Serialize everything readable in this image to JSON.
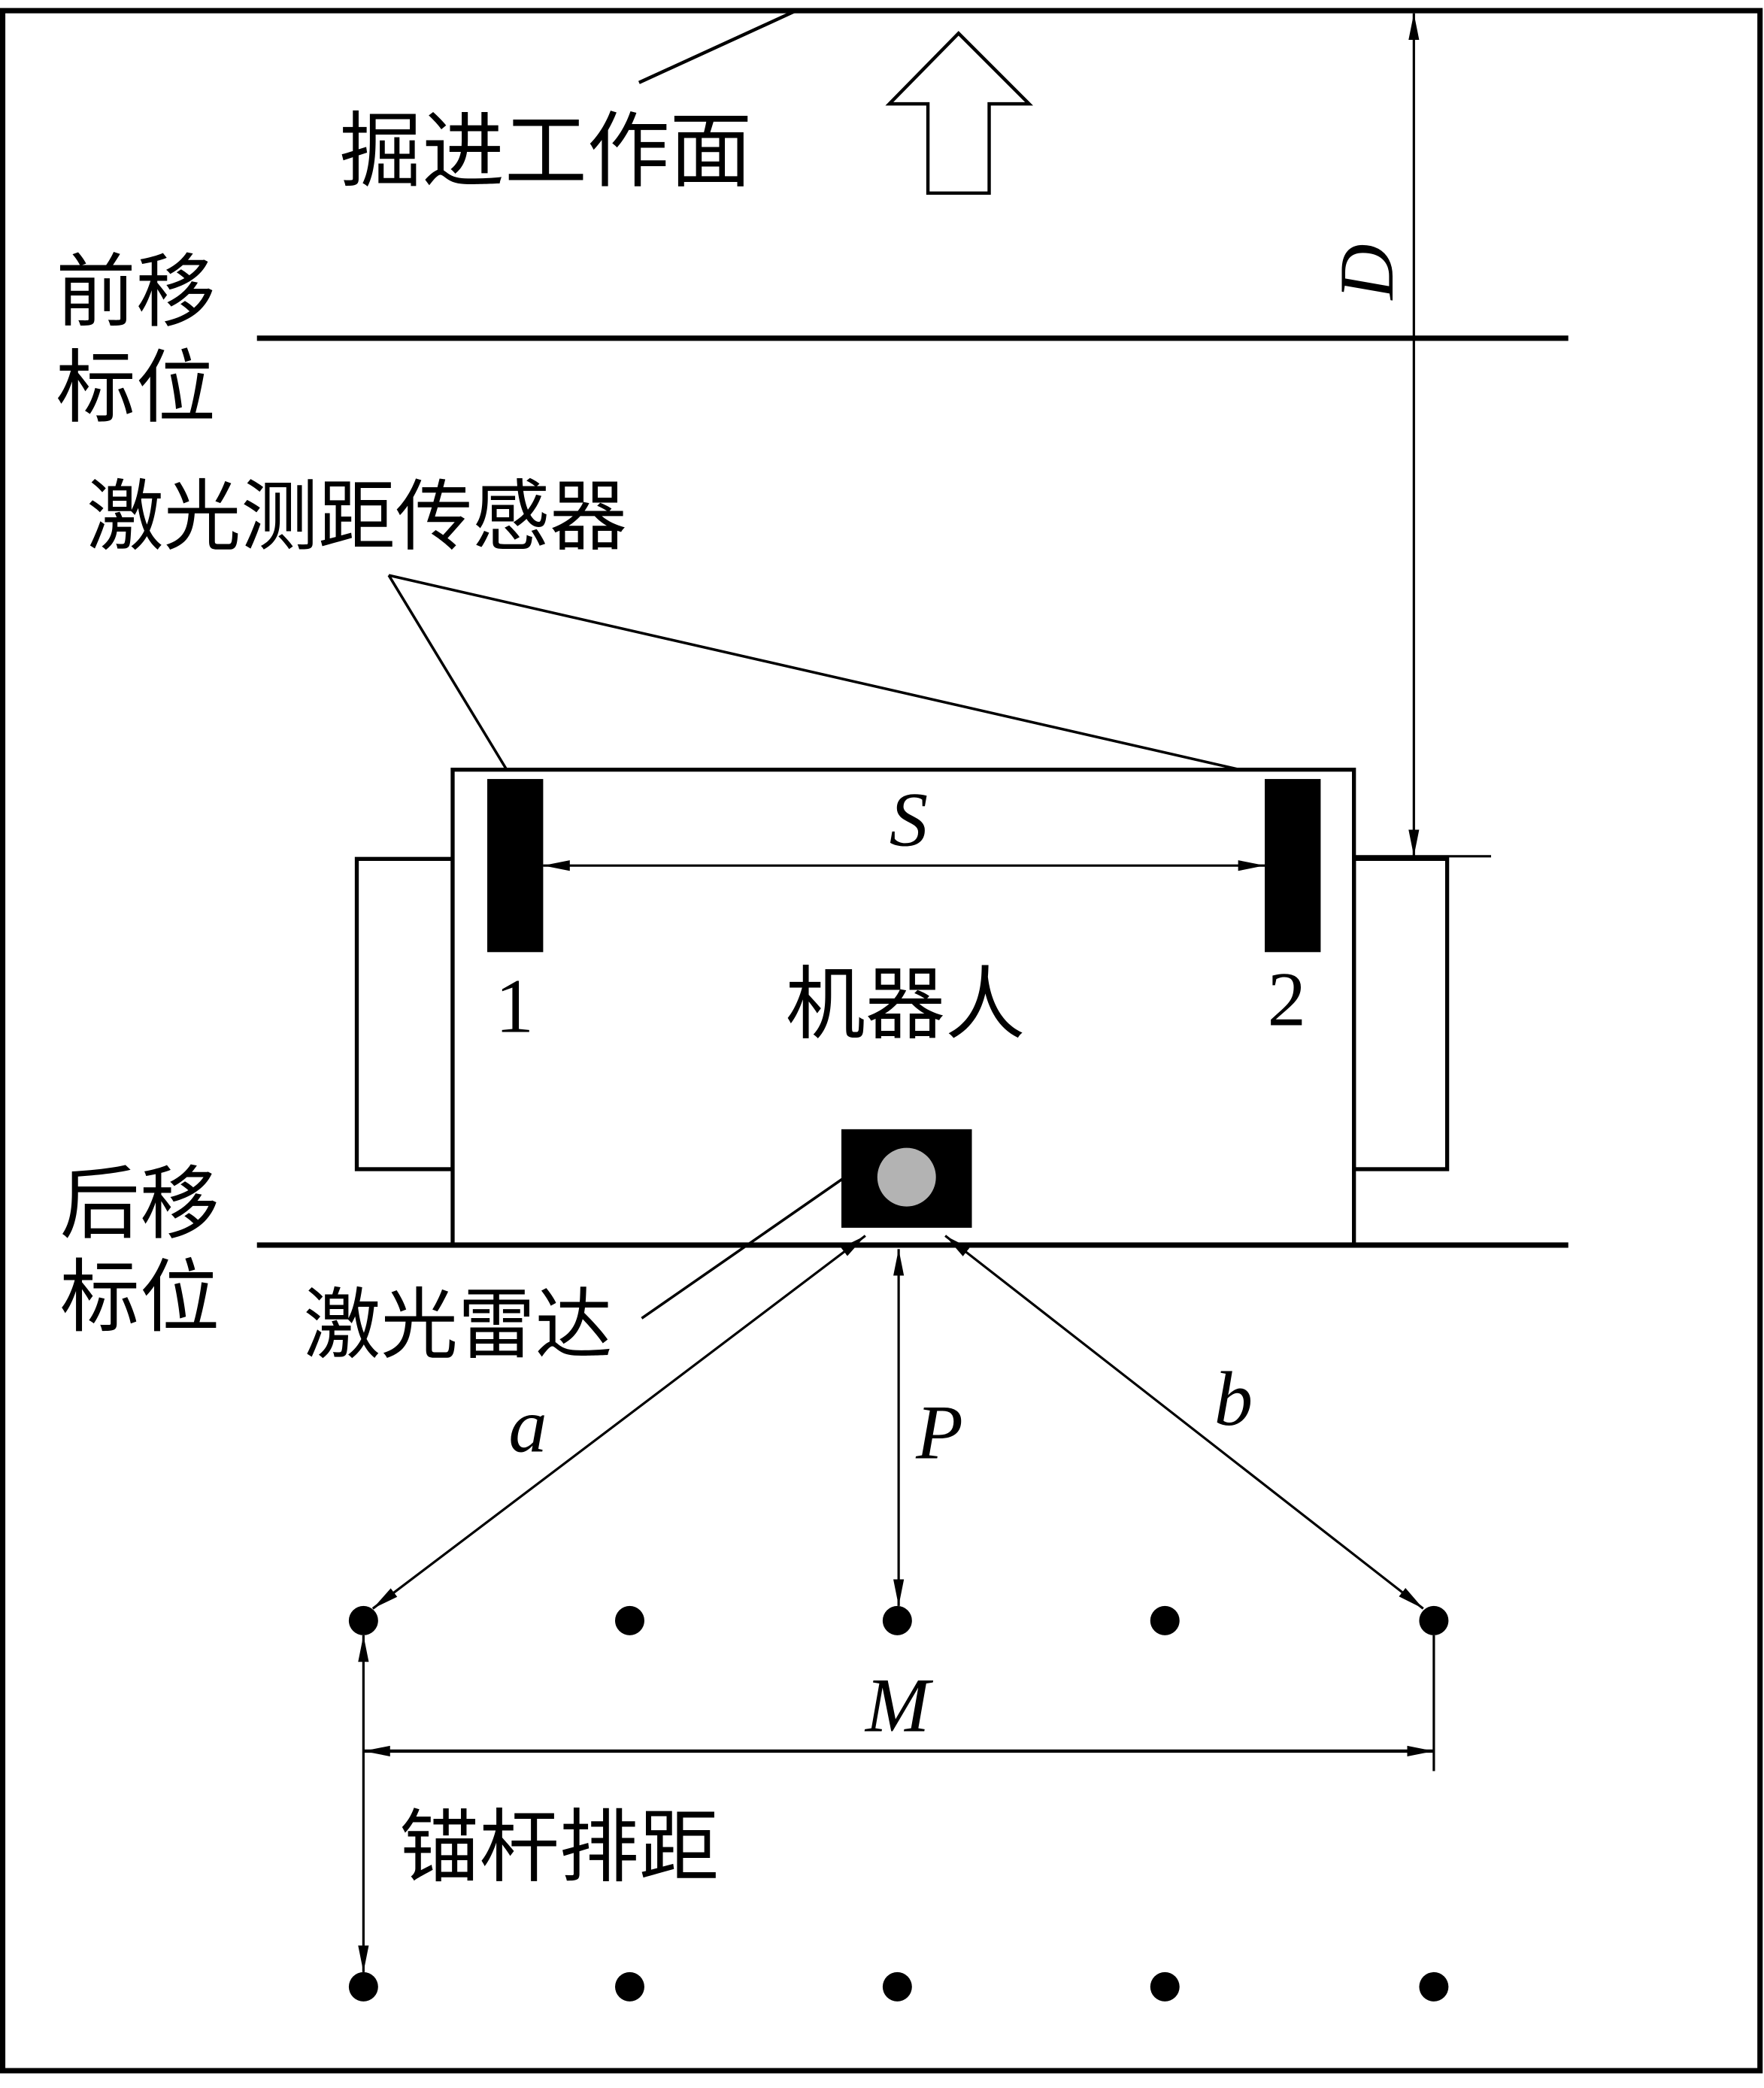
{
  "labels": {
    "working_face": "掘进工作面",
    "front_mark_1": "前移",
    "front_mark_2": "标位",
    "laser_range_sensor": "激光测距传感器",
    "robot": "机器人",
    "sensor_1": "1",
    "sensor_2": "2",
    "rear_mark_1": "后移",
    "rear_mark_2": "标位",
    "lidar": "激光雷达",
    "anchor_row_spacing": "锚杆排距"
  },
  "dimensions": {
    "D": "D",
    "S": "S",
    "a": "a",
    "P": "P",
    "b": "b",
    "M": "M"
  },
  "colors": {
    "line": "#000000",
    "lidar_lens": "#b3b3b3"
  }
}
